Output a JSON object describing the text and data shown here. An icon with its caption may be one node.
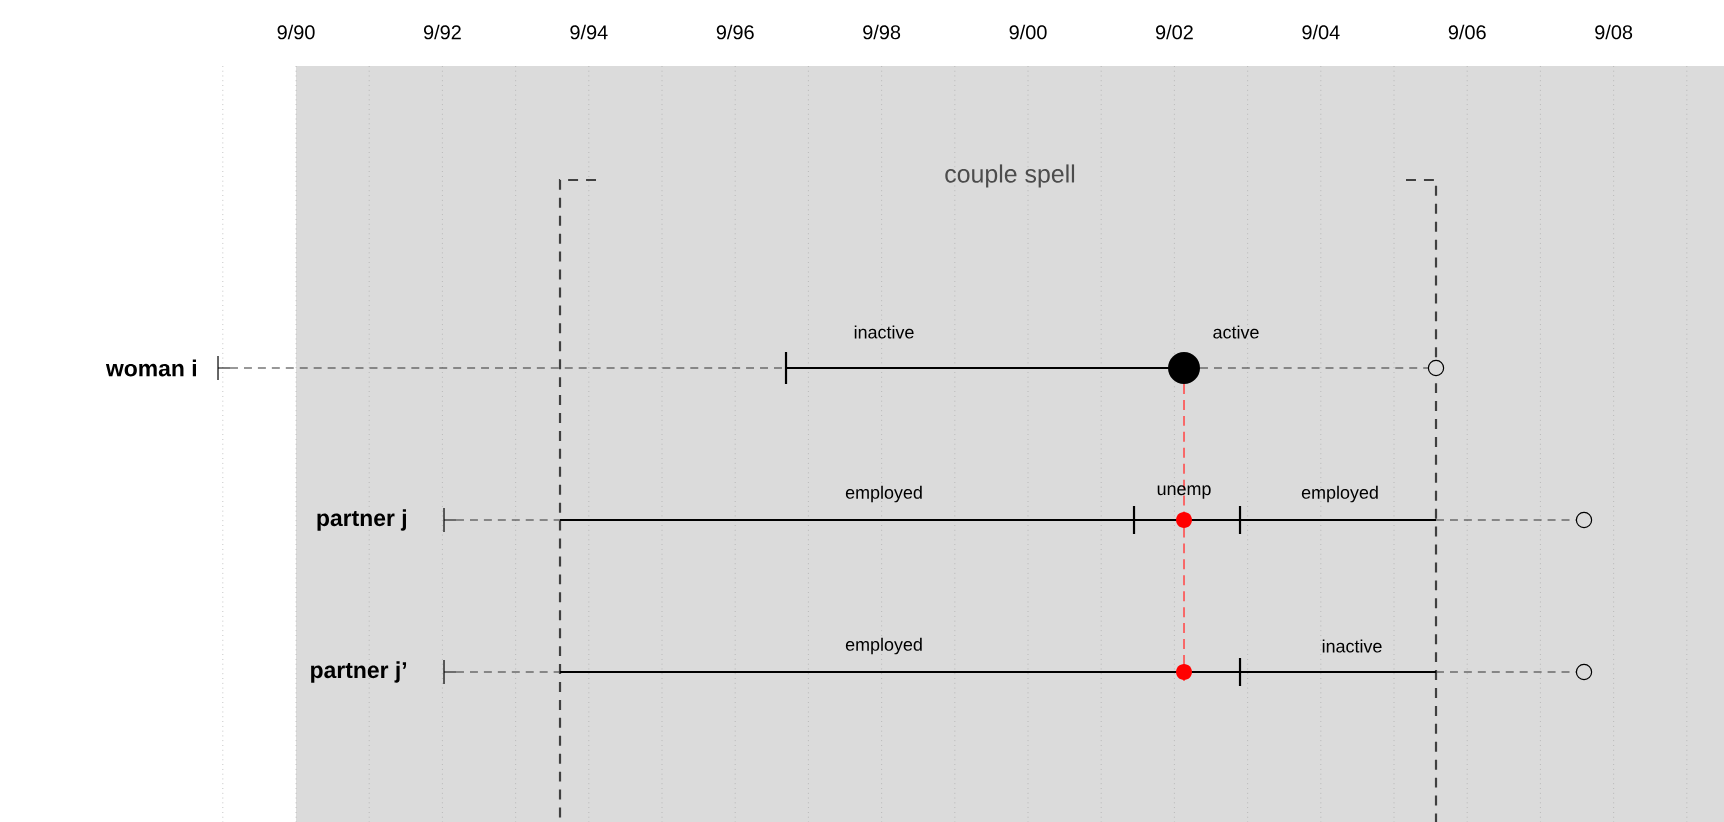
{
  "diagram": {
    "nodes": [
      {
        "text": [
          "woman i"
        ]
      },
      {
        "text": [
          "partner j"
        ]
      },
      {
        "text": [
          "partner j’"
        ]
      }
    ],
    "labels": [
      "9/90",
      "9/92",
      "9/94",
      "9/96",
      "9/98",
      "9/00",
      "9/02",
      "9/04",
      "9/06",
      "9/08",
      "couple spell",
      "inactive",
      "active",
      "employed",
      "unemp",
      "employed",
      "employed",
      "inactive"
    ]
  }
}
